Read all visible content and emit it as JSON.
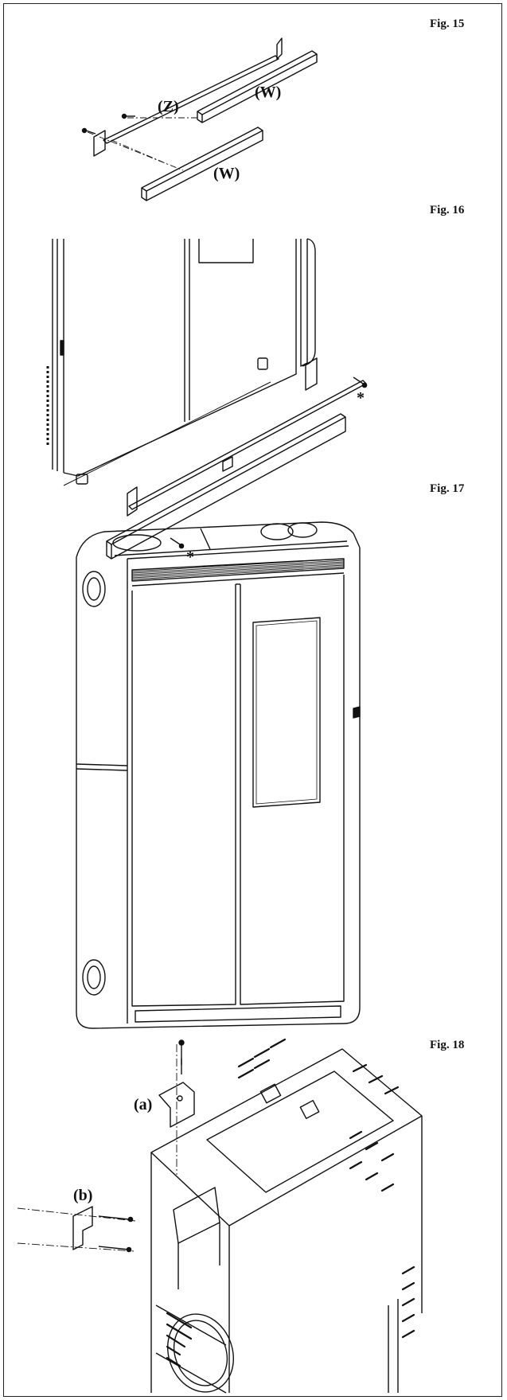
{
  "figures": {
    "fig15": {
      "label": "Fig. 15",
      "callouts": {
        "z": "(Z)",
        "w1": "(W)",
        "w2": "(W)"
      }
    },
    "fig16": {
      "label": "Fig. 16",
      "callouts": {
        "star1": "*",
        "star2": "*"
      }
    },
    "fig17": {
      "label": "Fig. 17"
    },
    "fig18": {
      "label": "Fig. 18",
      "callouts": {
        "a": "(a)",
        "b": "(b)"
      }
    }
  }
}
